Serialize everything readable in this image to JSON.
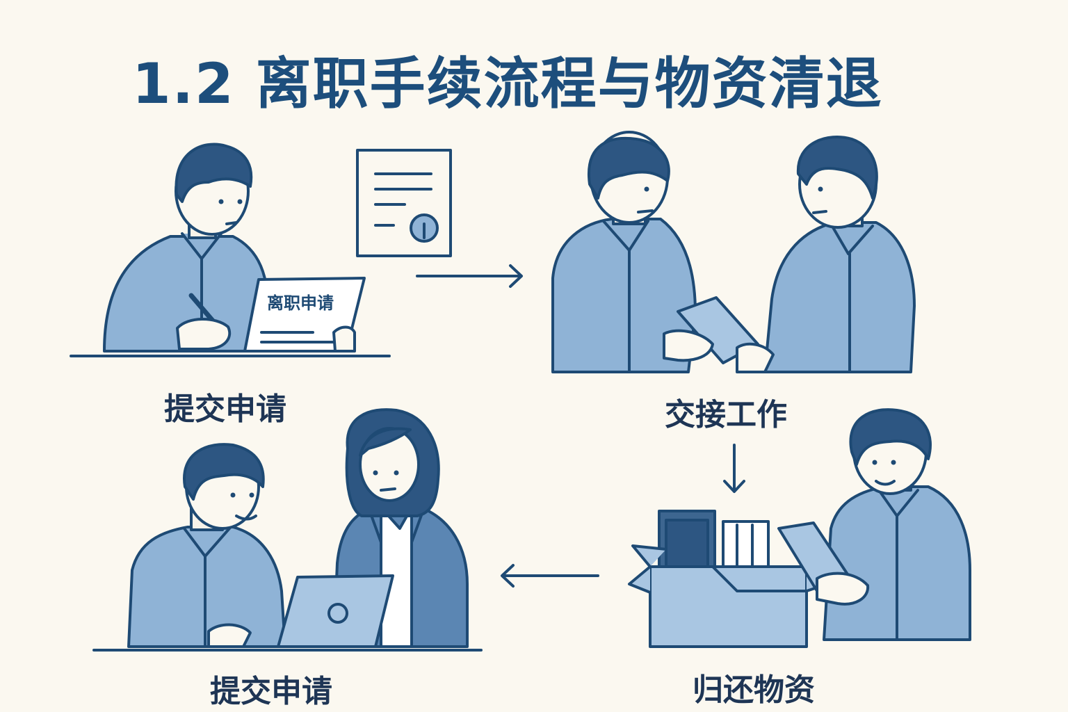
{
  "title": "1.2 离职手续流程与物资清退",
  "steps": {
    "submit_top": "提交申请",
    "handover": "交接工作",
    "return_items": "归还物资",
    "submit_bottom": "提交申请"
  },
  "paper_text": "离职申请",
  "colors": {
    "ink": "#1e4a74",
    "shirt": "#8fb3d6",
    "hair": "#2d5682",
    "paper": "#ffffff",
    "background": "#fbf8f0",
    "blazer": "#5b86b3"
  },
  "icons": [
    "document-icon",
    "arrow-right-icon",
    "arrow-down-icon",
    "arrow-left-icon",
    "box-icon",
    "laptop-icon",
    "tablet-icon"
  ]
}
